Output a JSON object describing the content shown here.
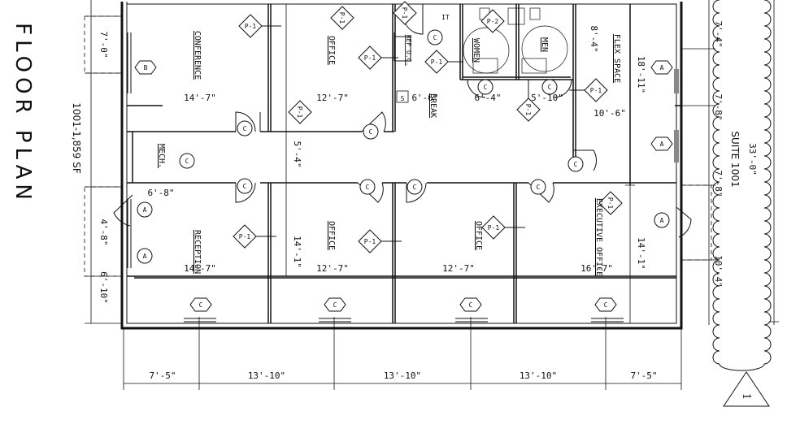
{
  "sheet": {
    "title": "FLOOR PLAN",
    "suite_area": "1001-1,859 SF",
    "suite_label": "SUITE 1001",
    "sheet_marker": "1"
  },
  "rooms": {
    "conference": "CONFERENCE",
    "office_top": "OFFICE",
    "ref": "REF U.C.",
    "women": "WOMEN",
    "men": "MEN",
    "flex": "FLEX SPACE",
    "break": "BREAK",
    "mech": "MECH.",
    "reception": "RECEPTION",
    "office_b1": "OFFICE",
    "office_b2": "OFFICE",
    "executive": "EXECUTIVE OFFICE"
  },
  "room_dims": {
    "conference": "14'-7\"",
    "office_top": "12'-7\"",
    "break": "6'-6\"",
    "women": "6'-4\"",
    "men": "5'-10\"",
    "flex_w": "10'-6\"",
    "flex_h": "18'-11\"",
    "flex_top": "8'-4\"",
    "corridor": "5'-4\"",
    "mech": "6'-8\"",
    "reception": "14'-7\"",
    "office_b1_w": "12'-7\"",
    "office_b1_h": "14'-1\"",
    "office_b2": "12'-7\"",
    "executive_w": "16'-7\"",
    "executive_h": "14'-1\""
  },
  "dims_bottom": [
    "7'-5\"",
    "13'-10\"",
    "13'-10\"",
    "13'-10\"",
    "7'-5\""
  ],
  "dims_left": [
    "7'-0\"",
    "4'-8\"",
    "6'-10\""
  ],
  "dims_right": [
    "7'-4\"",
    "7'-8\"",
    "7'-8\"",
    "10'-4\"",
    "33'-0\""
  ],
  "tags": {
    "p1": "P-1",
    "p2": "P-2",
    "a": "A",
    "b": "B",
    "c": "C",
    "s": "S",
    "it": "IT"
  }
}
